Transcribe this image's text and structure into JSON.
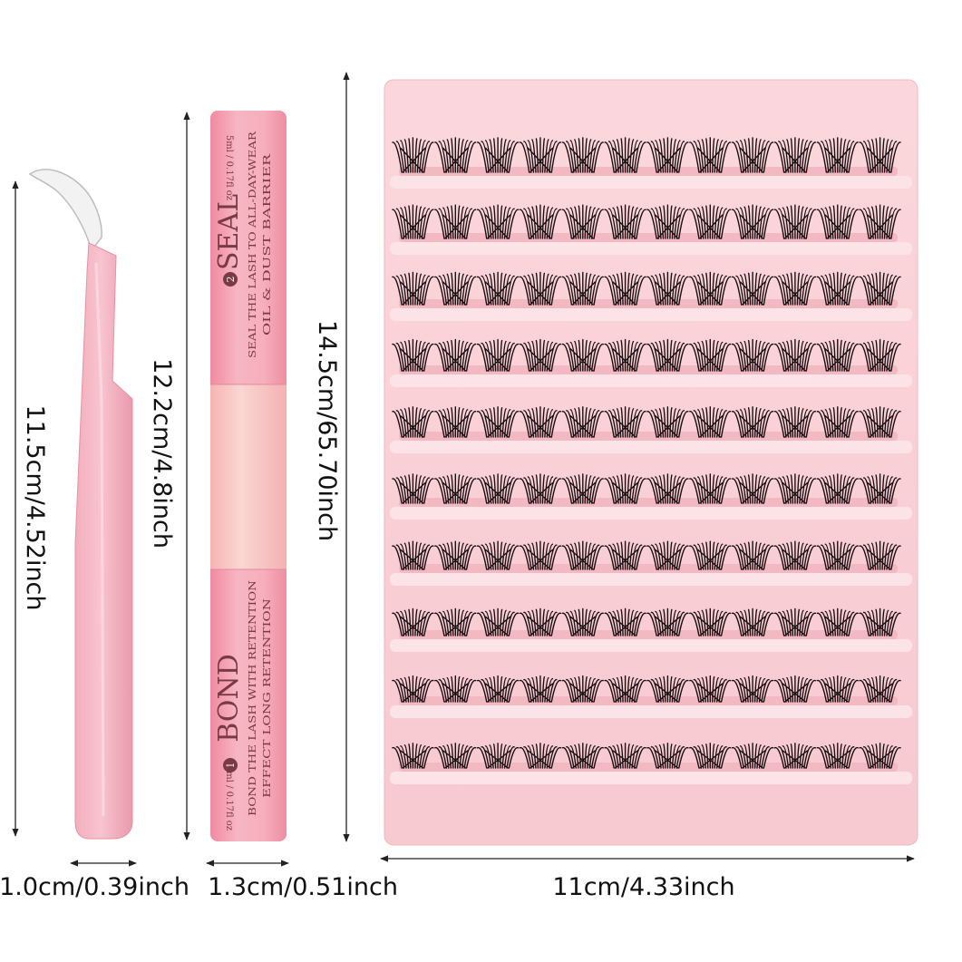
{
  "tweezers": {
    "height_label": "11.5cm/4.52inch",
    "width_label": "1.0cm/0.39inch"
  },
  "pen": {
    "height_label": "12.2cm/4.8inch",
    "width_label": "1.3cm/0.51inch",
    "seal": {
      "number": "2",
      "title": "SEAL",
      "line1": "SEAL THE LASH TO ALL-DAY-WEAR",
      "line2": "OIL & DUST BARRIER",
      "volume": "5ml / 0.17fl oz"
    },
    "bond": {
      "number": "1",
      "title": "BOND",
      "line1": "BOND THE LASH WITH RETENTION",
      "line2": "EFFECT LONG RETENTION",
      "volume": "5ml / 0.17fl oz"
    }
  },
  "tray": {
    "height_label": "14.5cm/65.70inch",
    "width_label": "11cm/4.33inch",
    "rows": [
      {
        "clusters": 12
      },
      {
        "clusters": 12
      },
      {
        "clusters": 12
      },
      {
        "clusters": 12
      },
      {
        "clusters": 12
      },
      {
        "clusters": 12
      },
      {
        "clusters": 12
      },
      {
        "clusters": 12
      },
      {
        "clusters": 12
      },
      {
        "clusters": 12
      }
    ]
  },
  "colors": {
    "product_pink": "#f4b7c3",
    "tray_pink": "#f8d2d8",
    "pen_band": "#f7c7c7",
    "lash": "#1a1012",
    "dimension_line": "#222222"
  }
}
